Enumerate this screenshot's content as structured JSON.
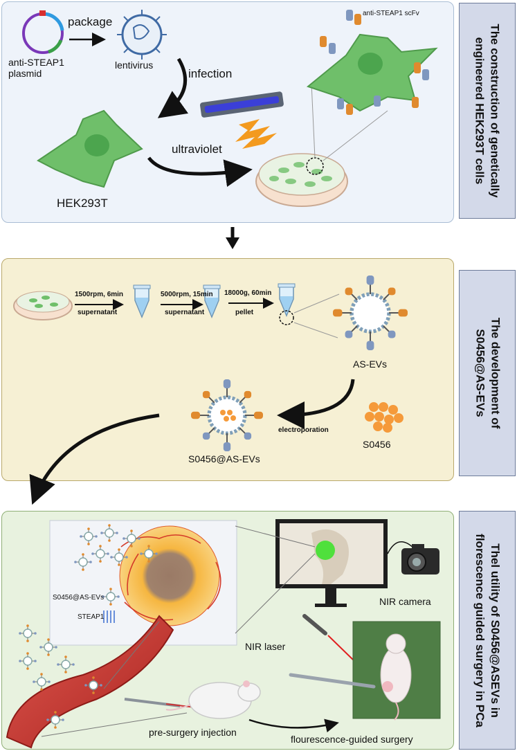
{
  "panel1": {
    "side_title_line1": "The construction of genetically",
    "side_title_line2": "engineered HEK293T cells",
    "plasmid_label_line1": "anti-STEAP1",
    "plasmid_label_line2": "plasmid",
    "package": "package",
    "lentivirus": "lentivirus",
    "infection": "infection",
    "ultraviolet": "ultraviolet",
    "hek": "HEK293T",
    "scfv": "anti-STEAP1 scFv"
  },
  "panel2": {
    "side_title_line1": "The development of",
    "side_title_line2": "S0456@AS-EVs",
    "step1_top": "1500rpm, 6min",
    "step1_bottom": "supernatant",
    "step2_top": "5000rpm, 15min",
    "step2_bottom": "supernatant",
    "step3_top": "18000g, 60min",
    "step3_bottom": "pellet",
    "asevs": "AS-EVs",
    "electroporation": "electroporation",
    "s0456": "S0456",
    "product": "S0456@AS-EVs"
  },
  "panel3": {
    "side_title_line1": "Thel utility of S0456@ASEVs in",
    "side_title_line2": "florescence guided surgery in PCa",
    "legend_evs": "S0456@AS-EVs",
    "legend_steap1": "STEAP1",
    "nir_camera": "NIR camera",
    "nir_laser": "NIR laser",
    "injection": "pre-surgery injection",
    "surgery": "flourescence-guided surgery"
  },
  "colors": {
    "panel1_bg": "#eef3fa",
    "panel2_bg": "#f6f0d4",
    "panel3_bg": "#e8f2df",
    "cell_green": "#6fbf6a",
    "fluorescence_green": "#4fe03c",
    "title_box": "#d3d9e9"
  }
}
